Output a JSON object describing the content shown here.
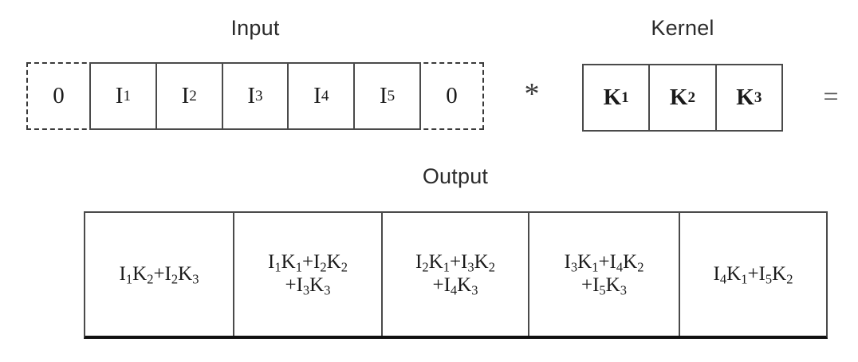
{
  "diagram": {
    "title_input": "Input",
    "title_kernel": "Kernel",
    "title_output": "Output",
    "operator_convolution": "*",
    "operator_equals": "=",
    "colors": {
      "solid_border": "#4a4a4a",
      "dashed_border": "#3a3a3a",
      "output_baseline": "#111111",
      "text": "#1a1a1a",
      "title_text": "#2b2b2b"
    },
    "input": {
      "pad_left_label": "0",
      "pad_right_label": "0",
      "cells": [
        {
          "base": "I",
          "sub": "1"
        },
        {
          "base": "I",
          "sub": "2"
        },
        {
          "base": "I",
          "sub": "3"
        },
        {
          "base": "I",
          "sub": "4"
        },
        {
          "base": "I",
          "sub": "5"
        }
      ]
    },
    "kernel": {
      "cells": [
        {
          "base": "K",
          "sub": "1"
        },
        {
          "base": "K",
          "sub": "2"
        },
        {
          "base": "K",
          "sub": "3"
        }
      ]
    },
    "output": {
      "cells": [
        {
          "lines": [
            [
              {
                "base": "I",
                "sub": "1"
              },
              {
                "base": "K",
                "sub": "2"
              },
              {
                "base": "+",
                "sub": ""
              },
              {
                "base": "I",
                "sub": "2"
              },
              {
                "base": "K",
                "sub": "3"
              }
            ]
          ]
        },
        {
          "lines": [
            [
              {
                "base": "I",
                "sub": "1"
              },
              {
                "base": "K",
                "sub": "1"
              },
              {
                "base": "+",
                "sub": ""
              },
              {
                "base": "I",
                "sub": "2"
              },
              {
                "base": "K",
                "sub": "2"
              }
            ],
            [
              {
                "base": "+",
                "sub": ""
              },
              {
                "base": "I",
                "sub": "3"
              },
              {
                "base": "K",
                "sub": "3"
              }
            ]
          ]
        },
        {
          "lines": [
            [
              {
                "base": "I",
                "sub": "2"
              },
              {
                "base": "K",
                "sub": "1"
              },
              {
                "base": "+",
                "sub": ""
              },
              {
                "base": "I",
                "sub": "3"
              },
              {
                "base": "K",
                "sub": "2"
              }
            ],
            [
              {
                "base": "+",
                "sub": ""
              },
              {
                "base": "I",
                "sub": "4"
              },
              {
                "base": "K",
                "sub": "3"
              }
            ]
          ]
        },
        {
          "lines": [
            [
              {
                "base": "I",
                "sub": "3"
              },
              {
                "base": "K",
                "sub": "1"
              },
              {
                "base": "+",
                "sub": ""
              },
              {
                "base": "I",
                "sub": "4"
              },
              {
                "base": "K",
                "sub": "2"
              }
            ],
            [
              {
                "base": "+",
                "sub": ""
              },
              {
                "base": "I",
                "sub": "5"
              },
              {
                "base": "K",
                "sub": "3"
              }
            ]
          ]
        },
        {
          "lines": [
            [
              {
                "base": "I",
                "sub": "4"
              },
              {
                "base": "K",
                "sub": "1"
              },
              {
                "base": "+",
                "sub": ""
              },
              {
                "base": "I",
                "sub": "5"
              },
              {
                "base": "K",
                "sub": "2"
              }
            ]
          ]
        }
      ]
    }
  }
}
